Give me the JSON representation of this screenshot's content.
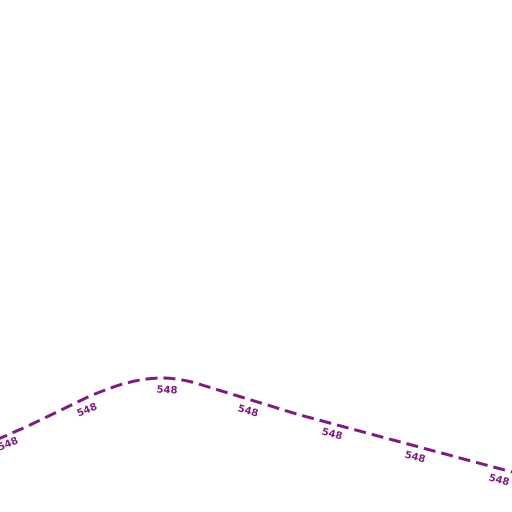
{
  "map": {
    "route": {
      "ref": "548",
      "color": "#7f1a7f",
      "style": "dashed"
    },
    "labels": [
      "548",
      "548",
      "548",
      "548",
      "548",
      "548",
      "548"
    ]
  }
}
